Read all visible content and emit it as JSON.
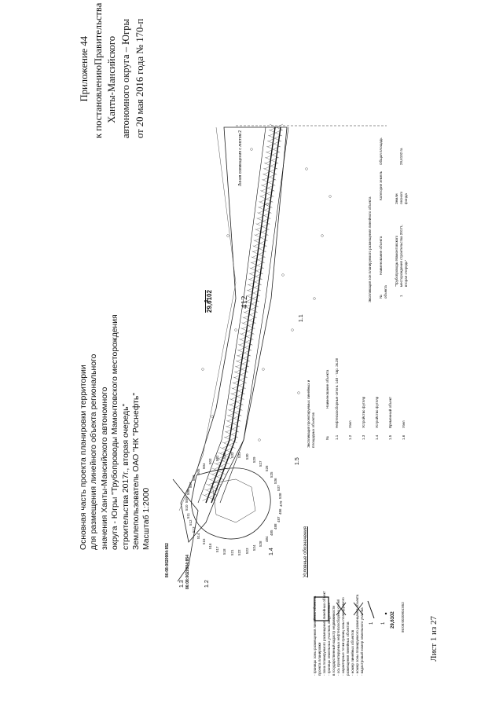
{
  "page_number": "412",
  "appendix": {
    "line1": "Приложение 44",
    "line2": "к постановлениюПравительства",
    "line3": "Ханты-Мансийского",
    "line4": "автономного округа – Югры",
    "line5": "от 20 мая 2016 года № 170-п"
  },
  "title_block": {
    "line1": "Основная часть проекта планировки территории",
    "line2": "для размещения линейного объекта регионального",
    "line3": "значения Ханты-Мансийского автономного",
    "line4": "округа - Югры \"Трубопроводы Мамонтовского месторождения",
    "line5": "строительства 2017г., вторая очередь\"",
    "line6": "Землепользователь ОАО \"НК \"Роснефть\"",
    "line7": "Масштаб 1:2000"
  },
  "sheet": "Лист 1 из 27",
  "match_line": "Линия совмещения с листом 2",
  "map_labels": {
    "parcel_main": "29,6102",
    "parcel_main_num": "1",
    "cadastral_1": "86:08:0020904:852",
    "cadastral_2": "86:08:0020904:854",
    "sec_1_1": "1.1",
    "sec_1_2": "1.2",
    "sec_1_3": "1.3",
    "sec_1_4": "1.4",
    "sec_1_5": "1.5",
    "points": [
      "479",
      "486",
      "487",
      "488",
      "485",
      "484",
      "528",
      "524",
      "523",
      "522",
      "521",
      "518",
      "517",
      "516",
      "515",
      "514",
      "513",
      "512",
      "511",
      "510",
      "509",
      "508",
      "507",
      "506",
      "505",
      "504",
      "503",
      "502",
      "533",
      "532",
      "531",
      "530",
      "529",
      "527",
      "526",
      "525",
      "536",
      "537",
      "538"
    ]
  },
  "legend": {
    "title": "Условные обозначения",
    "items": [
      "- границы зоны размещения линейных объектов",
      "проекта планировки",
      "- зона планируемого размещения линейных объект",
      "- границы земельных участков, выделенных",
      "в государственный кадастр недвижимости",
      "- ось проектируемых нефтегазосборных сетей",
      "- характерные точки границ зоны планируемого",
      "размещения линейных объектов",
      "- номер линейных объектов",
      "- номер зоны планируемого размещения объекта",
      "- кадастровый номер земельного участка"
    ],
    "num_1": "1",
    "num_2": "1",
    "area_label": "29,6102",
    "cad_example": "86:08:0020904:852"
  },
  "objects_table": {
    "title": "Экспликация проектируемых линейных и площадных объектов",
    "col_num": "№",
    "col_name": "Наименование объекта",
    "rows": [
      {
        "n": "1.1",
        "name": "Нефтегазосборные сети к. 148 - т.вр. 2к.28"
      },
      {
        "n": "1.2",
        "name": "Узел"
      },
      {
        "n": "1.3",
        "name": "Устройство футляр"
      },
      {
        "n": "1.4",
        "name": "Устройство футляр"
      },
      {
        "n": "1.5",
        "name": "Временный объект"
      },
      {
        "n": "1.6",
        "name": "Узел"
      }
    ]
  },
  "zones_table": {
    "title": "Экспликация зон планируемого размещения линейного объекта",
    "col_num": "№ объекта",
    "col_name": "Наименование объекта",
    "col_cat": "Категория земель",
    "col_area": "Общая площадь",
    "row": {
      "n": "1",
      "name": "\"Трубопроводы Мамонтовского месторождения строительства 2017г., вторая очередь\"",
      "cat": "Земли лесного фонда",
      "area": "29,6102 га"
    }
  },
  "colors": {
    "ink": "#111111",
    "paper": "#ffffff",
    "light": "#777777"
  }
}
